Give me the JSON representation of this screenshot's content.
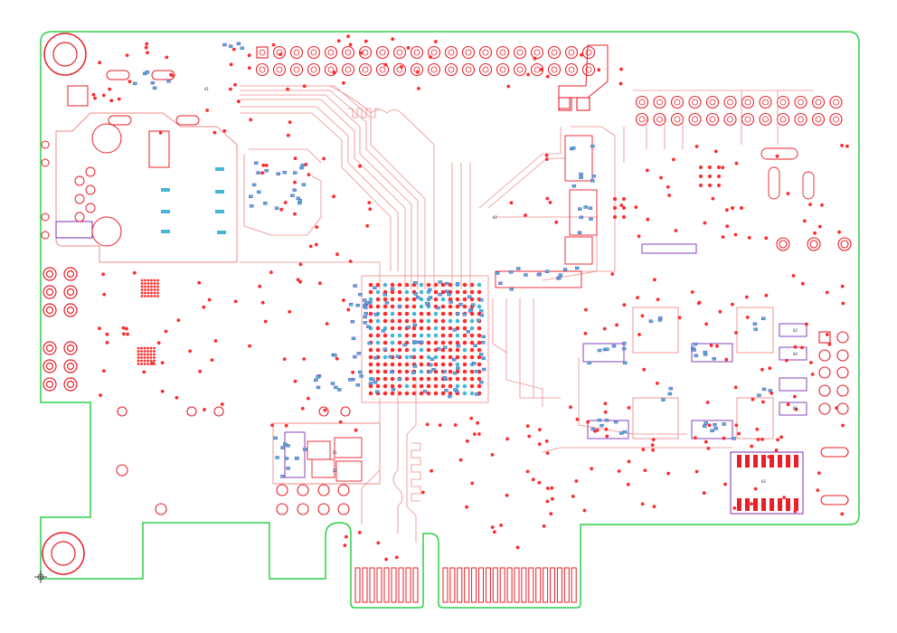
{
  "colors": {
    "background": "#ffffff",
    "outline": "#2bd14a",
    "copper": "#e8202a",
    "trace": "#f08a8a",
    "via": "#ff2a2a",
    "pad_cyan": "#45b7d6",
    "silk": "#7a2fb8"
  },
  "icons": {
    "origin_marker": "crosshair-origin-icon"
  },
  "component_labels": {
    "u1": "U1",
    "u2": "U2",
    "u3": "U3",
    "q1": "Q1",
    "q2": "Q2",
    "q3": "Q3",
    "q4": "Q4",
    "d1": "D1"
  }
}
